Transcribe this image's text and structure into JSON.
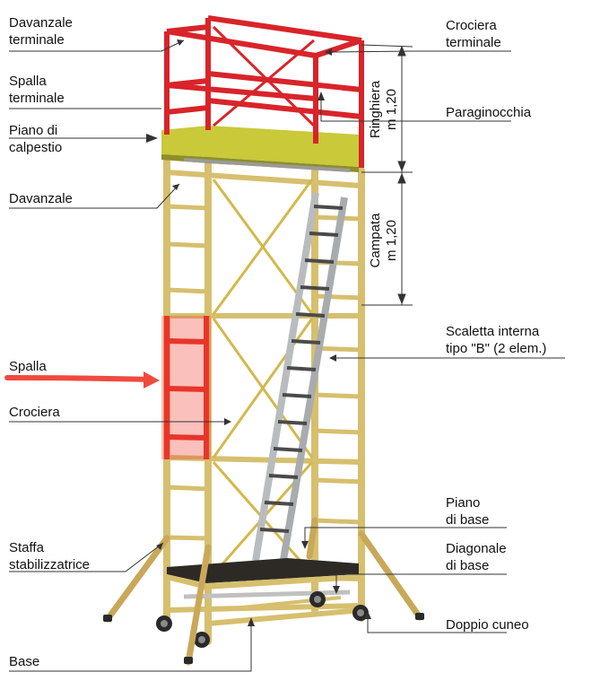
{
  "labels": {
    "davanzale_terminale": "Davanzale\nterminale",
    "spalla_terminale": "Spalla\nterminale",
    "piano_calpestio": "Piano di\ncalpestio",
    "davanzale": "Davanzale",
    "spalla": "Spalla",
    "crociera": "Crociera",
    "staffa": "Staffa\nstabilizzatrice",
    "base": "Base",
    "crociera_terminale": "Crociera\nterminale",
    "paraginocchia": "Paraginocchia",
    "scaletta": "Scaletta interna\ntipo \"B\" (2 elem.)",
    "piano_base": "Piano\ndi base",
    "diagonale_base": "Diagonale\ndi base",
    "doppio_cuneo": "Doppio cuneo",
    "ringhiera": "Ringhiera\nm 1,20",
    "campata": "Campata\nm 1,20"
  },
  "colors": {
    "frame_wood": "#d6bf6e",
    "frame_wood_dark": "#b79c45",
    "terminal_red": "#d8242a",
    "platform_green": "#c9c93a",
    "ladder_grey": "#b9bcbf",
    "highlight_red": "#f04a3f",
    "leader_line": "#333333"
  }
}
